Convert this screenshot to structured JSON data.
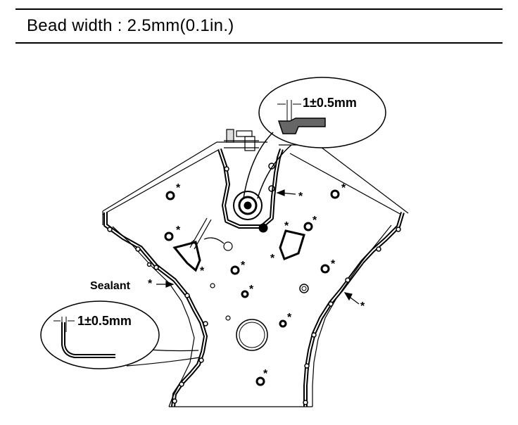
{
  "header": {
    "spec": "Bead width : 2.5mm(0.1in.)"
  },
  "callouts": {
    "top": "1±0.5mm",
    "left": "1±0.5mm",
    "sealant": "Sealant",
    "marker": "*"
  }
}
